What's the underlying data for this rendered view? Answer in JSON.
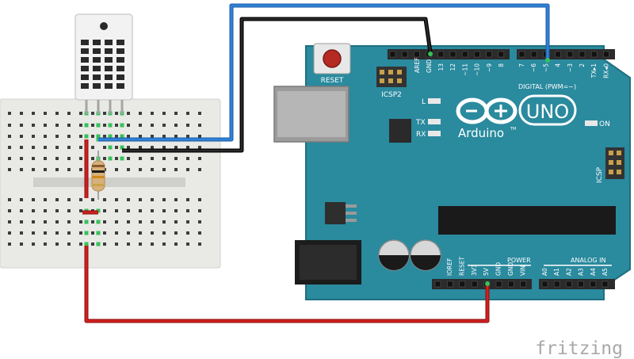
{
  "arduino": {
    "reset_label": "RESET",
    "icsp2_label": "ICSP2",
    "icsp_label": "ICSP",
    "aref_label": "AREF",
    "gnd_label": "GND",
    "digital_pins_left": [
      "13",
      "12",
      "~11",
      "~10",
      "~9",
      "8"
    ],
    "digital_pins_right": [
      "7",
      "~6",
      "~5",
      "4",
      "~3",
      "2",
      "TX▸1",
      "RX◂0"
    ],
    "digital_label": "DIGITAL (PWM=~)",
    "led_l_label": "L",
    "tx_label": "TX",
    "rx_label": "RX",
    "logo_word": "Arduino",
    "logo_tm": "TM",
    "uno_label": "UNO",
    "on_label": "ON",
    "power_label": "POWER",
    "analog_label": "ANALOG IN",
    "power_pins": [
      "IOREF",
      "RESET",
      "3V3",
      "5V",
      "GND",
      "GND",
      "VIN"
    ],
    "analog_pins": [
      "A0",
      "A1",
      "A2",
      "A3",
      "A4",
      "A5"
    ]
  },
  "watermark": "fritzing",
  "colors": {
    "board": "#2a8a9e",
    "board_edge": "#1f7080",
    "wire_blue": "#2a74c8",
    "wire_black": "#1a1a1a",
    "wire_red": "#c41818",
    "breadboard": "#e9e9e6",
    "sensor": "#f2f2f2"
  }
}
